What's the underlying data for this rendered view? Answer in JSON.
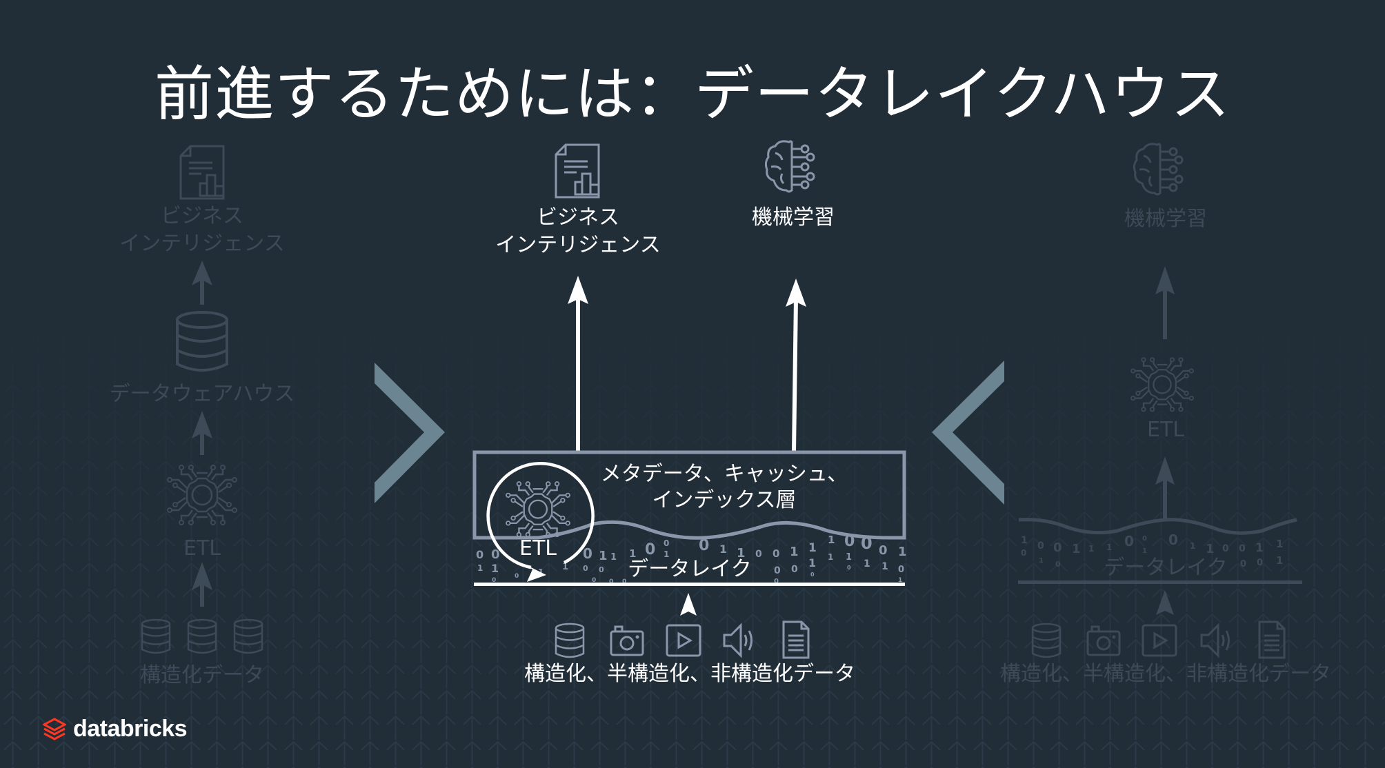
{
  "title": "前進するためには：データレイクハウス",
  "colors": {
    "background": "#212e38",
    "dim": "#3c4b57",
    "bright": "#ffffff",
    "icon_mid": "#8a97ab",
    "chevron": "#6b8692",
    "logo_red": "#ff3621"
  },
  "left_panel": {
    "state": "dimmed",
    "bi_label_line1": "ビジネス",
    "bi_label_line2": "インテリジェンス",
    "warehouse_label": "データウェアハウス",
    "etl_label": "ETL",
    "source_label": "構造化データ"
  },
  "center_panel": {
    "state": "highlighted",
    "bi_label_line1": "ビジネス",
    "bi_label_line2": "インテリジェンス",
    "ml_label": "機械学習",
    "layer_label_line1": "メタデータ、キャッシュ、",
    "layer_label_line2": "インデックス層",
    "etl_label": "ETL",
    "lake_label": "データレイク",
    "source_label": "構造化、半構造化、非構造化データ",
    "source_icons": [
      "database-icon",
      "camera-icon",
      "video-icon",
      "audio-icon",
      "document-icon"
    ]
  },
  "right_panel": {
    "state": "dimmed",
    "ml_label": "機械学習",
    "etl_label": "ETL",
    "lake_label": "データレイク",
    "source_label": "構造化、半構造化、非構造化データ"
  },
  "logo": {
    "text": "databricks"
  }
}
